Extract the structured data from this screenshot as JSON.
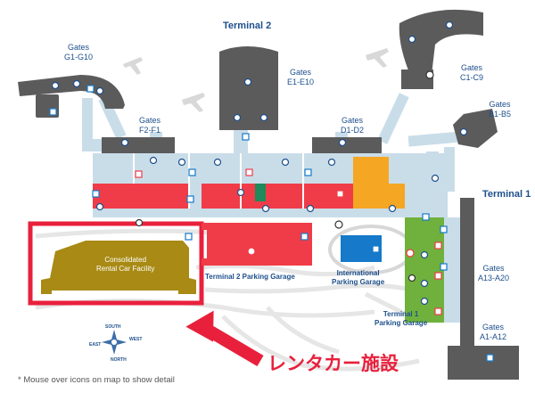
{
  "terminals": {
    "t1": "Terminal 1",
    "t2": "Terminal 2"
  },
  "gates": {
    "g": {
      "title": "Gates",
      "range": "G1-G10"
    },
    "e": {
      "title": "Gates",
      "range": "E1-E10"
    },
    "c": {
      "title": "Gates",
      "range": "C1-C9"
    },
    "f": {
      "title": "Gates",
      "range": "F2-F1"
    },
    "d": {
      "title": "Gates",
      "range": "D1-D2"
    },
    "b": {
      "title": "Gates",
      "range": "B1-B5"
    },
    "a13": {
      "title": "Gates",
      "range": "A13-A20"
    },
    "a1": {
      "title": "Gates",
      "range": "A1-A12"
    }
  },
  "garages": {
    "t2": "Terminal 2 Parking Garage",
    "intl_line1": "International",
    "intl_line2": "Parking Garage",
    "t1_line1": "Terminal 1",
    "t1_line2": "Parking Garage"
  },
  "rental": {
    "line1": "Consolidated",
    "line2": "Rental Car Facility"
  },
  "compass": {
    "south": "SOUTH",
    "east": "EAST",
    "west": "WEST",
    "north": "NORTH"
  },
  "annotation": "レンタカー施設",
  "hint": "* Mouse over icons on map to show detail",
  "icons": {
    "gate_icon": "gate-icon",
    "restroom_icon": "restroom-icon",
    "shop_icon": "shop-icon",
    "airplane_icon": "airplane-icon",
    "parking_icon": "parking-icon",
    "bus_icon": "bus-icon",
    "compass_icon": "compass-rose-icon",
    "arrow_icon": "arrow-pointer-icon"
  },
  "colors": {
    "concourse": "#5b5b5b",
    "walkway": "#c9dde9",
    "red_zone": "#f03c48",
    "orange_zone": "#f5a623",
    "rental": "#a88a14",
    "garage_t1": "#6fb13c",
    "garage_intl": "#1679c9",
    "highlight_box": "#e8203c",
    "label": "#1d4f8c"
  }
}
